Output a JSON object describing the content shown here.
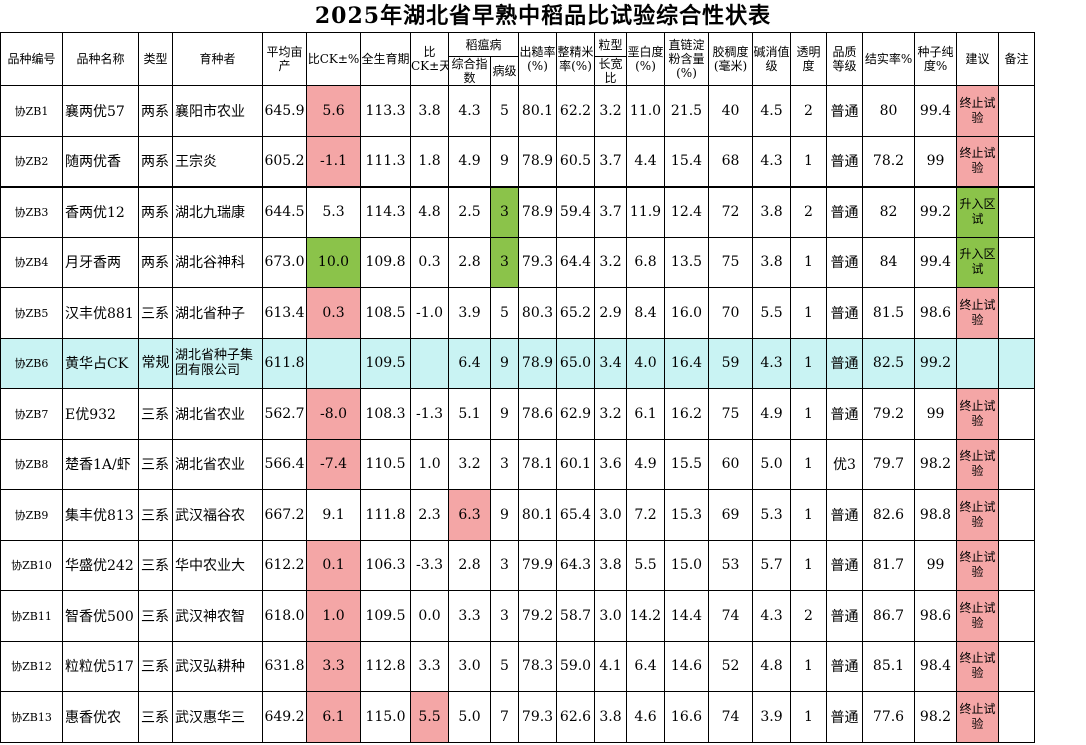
{
  "title": "2025年湖北省早熟中稻品比试验综合性状表",
  "headers": {
    "id": "品种编号",
    "name": "品种名称",
    "type": "类型",
    "breeder": "育种者",
    "yield": "平均亩产",
    "vs_ck": "比CK±%",
    "period": "全生育期",
    "vs_ck_days": "比CK±天",
    "blast": "稻瘟病",
    "blast_index": "综合指数",
    "blast_grade": "病级",
    "brown_rate": "出糙率(%)",
    "milled_rate": "整精米率(%)",
    "grain_shape": "粒型",
    "lw_ratio": "长宽比",
    "chalk": "垩白度(%)",
    "amylose": "直链淀粉含量(%)",
    "gel": "胶稠度(毫米)",
    "alkali": "碱消值级",
    "transparency": "透明度",
    "quality": "品质等级",
    "seed_set": "结实率%",
    "purity": "种子纯度%",
    "suggest": "建议",
    "note": "备注"
  },
  "rows": [
    {
      "id": "协ZB1",
      "name": "襄两优57",
      "type": "两系",
      "breeder": "襄阳市农业",
      "yield": "645.9",
      "vs_ck": "5.6",
      "vs_ck_hl": "pink",
      "period": "113.3",
      "days": "3.8",
      "days_hl": "",
      "bi": "4.3",
      "bi_hl": "",
      "bg": "5",
      "bg_hl": "",
      "brown": "80.1",
      "milled": "62.2",
      "lw": "3.2",
      "chalk": "11.0",
      "amylose": "21.5",
      "gel": "40",
      "alkali": "4.5",
      "trans": "2",
      "quality": "普通",
      "seed": "80",
      "purity": "99.4",
      "suggest": "终止试验",
      "sug_hl": "stop",
      "note": ""
    },
    {
      "id": "协ZB2",
      "name": "随两优香",
      "type": "两系",
      "breeder": "王宗炎",
      "yield": "605.2",
      "vs_ck": "-1.1",
      "vs_ck_hl": "pink",
      "period": "111.3",
      "days": "1.8",
      "days_hl": "",
      "bi": "4.9",
      "bi_hl": "",
      "bg": "9",
      "bg_hl": "",
      "brown": "78.9",
      "milled": "60.5",
      "lw": "3.7",
      "chalk": "4.4",
      "amylose": "15.4",
      "gel": "68",
      "alkali": "4.3",
      "trans": "1",
      "quality": "普通",
      "seed": "78.2",
      "purity": "99",
      "suggest": "终止试验",
      "sug_hl": "stop",
      "note": ""
    },
    {
      "id": "协ZB3",
      "name": "香两优12",
      "type": "两系",
      "breeder": "湖北九瑞康",
      "yield": "644.5",
      "vs_ck": "5.3",
      "vs_ck_hl": "",
      "period": "114.3",
      "days": "4.8",
      "days_hl": "",
      "bi": "2.5",
      "bi_hl": "",
      "bg": "3",
      "bg_hl": "green",
      "brown": "78.9",
      "milled": "59.4",
      "lw": "3.7",
      "chalk": "11.9",
      "amylose": "12.4",
      "gel": "72",
      "alkali": "3.8",
      "trans": "2",
      "quality": "普通",
      "seed": "82",
      "purity": "99.2",
      "suggest": "升入区试",
      "sug_hl": "up",
      "note": ""
    },
    {
      "id": "协ZB4",
      "name": "月牙香两",
      "type": "两系",
      "breeder": "湖北谷神科",
      "yield": "673.0",
      "vs_ck": "10.0",
      "vs_ck_hl": "green",
      "period": "109.8",
      "days": "0.3",
      "days_hl": "",
      "bi": "2.8",
      "bi_hl": "",
      "bg": "3",
      "bg_hl": "green",
      "brown": "79.3",
      "milled": "64.4",
      "lw": "3.2",
      "chalk": "6.8",
      "amylose": "13.5",
      "gel": "75",
      "alkali": "3.8",
      "trans": "1",
      "quality": "普通",
      "seed": "84",
      "purity": "99.4",
      "suggest": "升入区试",
      "sug_hl": "up",
      "note": ""
    },
    {
      "id": "协ZB5",
      "name": "汉丰优881",
      "type": "三系",
      "breeder": "湖北省种子",
      "yield": "613.4",
      "vs_ck": "0.3",
      "vs_ck_hl": "pink",
      "period": "108.5",
      "days": "-1.0",
      "days_hl": "",
      "bi": "3.9",
      "bi_hl": "",
      "bg": "5",
      "bg_hl": "",
      "brown": "80.3",
      "milled": "65.2",
      "lw": "2.9",
      "chalk": "8.4",
      "amylose": "16.0",
      "gel": "70",
      "alkali": "5.5",
      "trans": "1",
      "quality": "普通",
      "seed": "81.5",
      "purity": "98.6",
      "suggest": "终止试验",
      "sug_hl": "stop",
      "note": ""
    },
    {
      "id": "协ZB7",
      "name": "E优932",
      "type": "三系",
      "breeder": "湖北省农业",
      "yield": "562.7",
      "vs_ck": "-8.0",
      "vs_ck_hl": "pink",
      "period": "108.3",
      "days": "-1.3",
      "days_hl": "",
      "bi": "5.1",
      "bi_hl": "",
      "bg": "9",
      "bg_hl": "",
      "brown": "78.6",
      "milled": "62.9",
      "lw": "3.2",
      "chalk": "6.1",
      "amylose": "16.2",
      "gel": "75",
      "alkali": "4.9",
      "trans": "1",
      "quality": "普通",
      "seed": "79.2",
      "purity": "99",
      "suggest": "终止试验",
      "sug_hl": "stop",
      "note": ""
    },
    {
      "id": "协ZB8",
      "name": "楚香1A/虾",
      "type": "三系",
      "breeder": "湖北省农业",
      "yield": "566.4",
      "vs_ck": "-7.4",
      "vs_ck_hl": "pink",
      "period": "110.5",
      "days": "1.0",
      "days_hl": "",
      "bi": "3.2",
      "bi_hl": "",
      "bg": "3",
      "bg_hl": "",
      "brown": "78.1",
      "milled": "60.1",
      "lw": "3.6",
      "chalk": "4.9",
      "amylose": "15.5",
      "gel": "60",
      "alkali": "5.0",
      "trans": "1",
      "quality": "优3",
      "seed": "79.7",
      "purity": "98.2",
      "suggest": "终止试验",
      "sug_hl": "stop",
      "note": ""
    },
    {
      "id": "协ZB9",
      "name": "集丰优813",
      "type": "三系",
      "breeder": "武汉福谷农",
      "yield": "667.2",
      "vs_ck": "9.1",
      "vs_ck_hl": "",
      "period": "111.8",
      "days": "2.3",
      "days_hl": "",
      "bi": "6.3",
      "bi_hl": "pink",
      "bg": "9",
      "bg_hl": "",
      "brown": "80.1",
      "milled": "65.4",
      "lw": "3.0",
      "chalk": "7.2",
      "amylose": "15.3",
      "gel": "69",
      "alkali": "5.3",
      "trans": "1",
      "quality": "普通",
      "seed": "82.6",
      "purity": "98.8",
      "suggest": "终止试验",
      "sug_hl": "stop",
      "note": ""
    },
    {
      "id": "协ZB10",
      "name": "华盛优242",
      "type": "三系",
      "breeder": "华中农业大",
      "yield": "612.2",
      "vs_ck": "0.1",
      "vs_ck_hl": "pink",
      "period": "106.3",
      "days": "-3.3",
      "days_hl": "",
      "bi": "2.8",
      "bi_hl": "",
      "bg": "3",
      "bg_hl": "",
      "brown": "79.9",
      "milled": "64.3",
      "lw": "3.8",
      "chalk": "5.5",
      "amylose": "15.0",
      "gel": "53",
      "alkali": "5.7",
      "trans": "1",
      "quality": "普通",
      "seed": "81.7",
      "purity": "99",
      "suggest": "终止试验",
      "sug_hl": "stop",
      "note": ""
    },
    {
      "id": "协ZB11",
      "name": "智香优500",
      "type": "三系",
      "breeder": "武汉神农智",
      "yield": "618.0",
      "vs_ck": "1.0",
      "vs_ck_hl": "pink",
      "period": "109.5",
      "days": "0.0",
      "days_hl": "",
      "bi": "3.3",
      "bi_hl": "",
      "bg": "3",
      "bg_hl": "",
      "brown": "79.2",
      "milled": "58.7",
      "lw": "3.0",
      "chalk": "14.2",
      "amylose": "14.4",
      "gel": "74",
      "alkali": "4.3",
      "trans": "2",
      "quality": "普通",
      "seed": "86.7",
      "purity": "98.6",
      "suggest": "终止试验",
      "sug_hl": "stop",
      "note": ""
    },
    {
      "id": "协ZB12",
      "name": "粒粒优517",
      "type": "三系",
      "breeder": "武汉弘耕种",
      "yield": "631.8",
      "vs_ck": "3.3",
      "vs_ck_hl": "pink",
      "period": "112.8",
      "days": "3.3",
      "days_hl": "",
      "bi": "3.0",
      "bi_hl": "",
      "bg": "5",
      "bg_hl": "",
      "brown": "78.3",
      "milled": "59.0",
      "lw": "4.1",
      "chalk": "6.4",
      "amylose": "14.6",
      "gel": "52",
      "alkali": "4.8",
      "trans": "1",
      "quality": "普通",
      "seed": "85.1",
      "purity": "98.4",
      "suggest": "终止试验",
      "sug_hl": "stop",
      "note": ""
    },
    {
      "id": "协ZB13",
      "name": "惠香优农",
      "type": "三系",
      "breeder": "武汉惠华三",
      "yield": "649.2",
      "vs_ck": "6.1",
      "vs_ck_hl": "pink",
      "period": "115.0",
      "days": "5.5",
      "days_hl": "pink",
      "bi": "5.0",
      "bi_hl": "",
      "bg": "7",
      "bg_hl": "",
      "brown": "79.3",
      "milled": "62.6",
      "lw": "3.8",
      "chalk": "4.6",
      "amylose": "16.6",
      "gel": "74",
      "alkali": "3.9",
      "trans": "1",
      "quality": "普通",
      "seed": "77.6",
      "purity": "98.2",
      "suggest": "终止试验",
      "sug_hl": "stop",
      "note": ""
    }
  ],
  "ck_row": {
    "id": "协ZB6",
    "name": "黄华占CK",
    "type": "常规",
    "breeder": "湖北省种子集团有限公司",
    "yield": "611.8",
    "vs_ck": "",
    "period": "109.5",
    "days": "",
    "bi": "6.4",
    "bg": "9",
    "brown": "78.9",
    "milled": "65.0",
    "lw": "3.4",
    "chalk": "4.0",
    "amylose": "16.4",
    "gel": "59",
    "alkali": "4.3",
    "trans": "1",
    "quality": "普通",
    "seed": "82.5",
    "purity": "99.2",
    "suggest": "",
    "note": ""
  },
  "colors": {
    "pink": "#f4a6a6",
    "green": "#8bc34a",
    "ck": "#c9f3f3"
  }
}
